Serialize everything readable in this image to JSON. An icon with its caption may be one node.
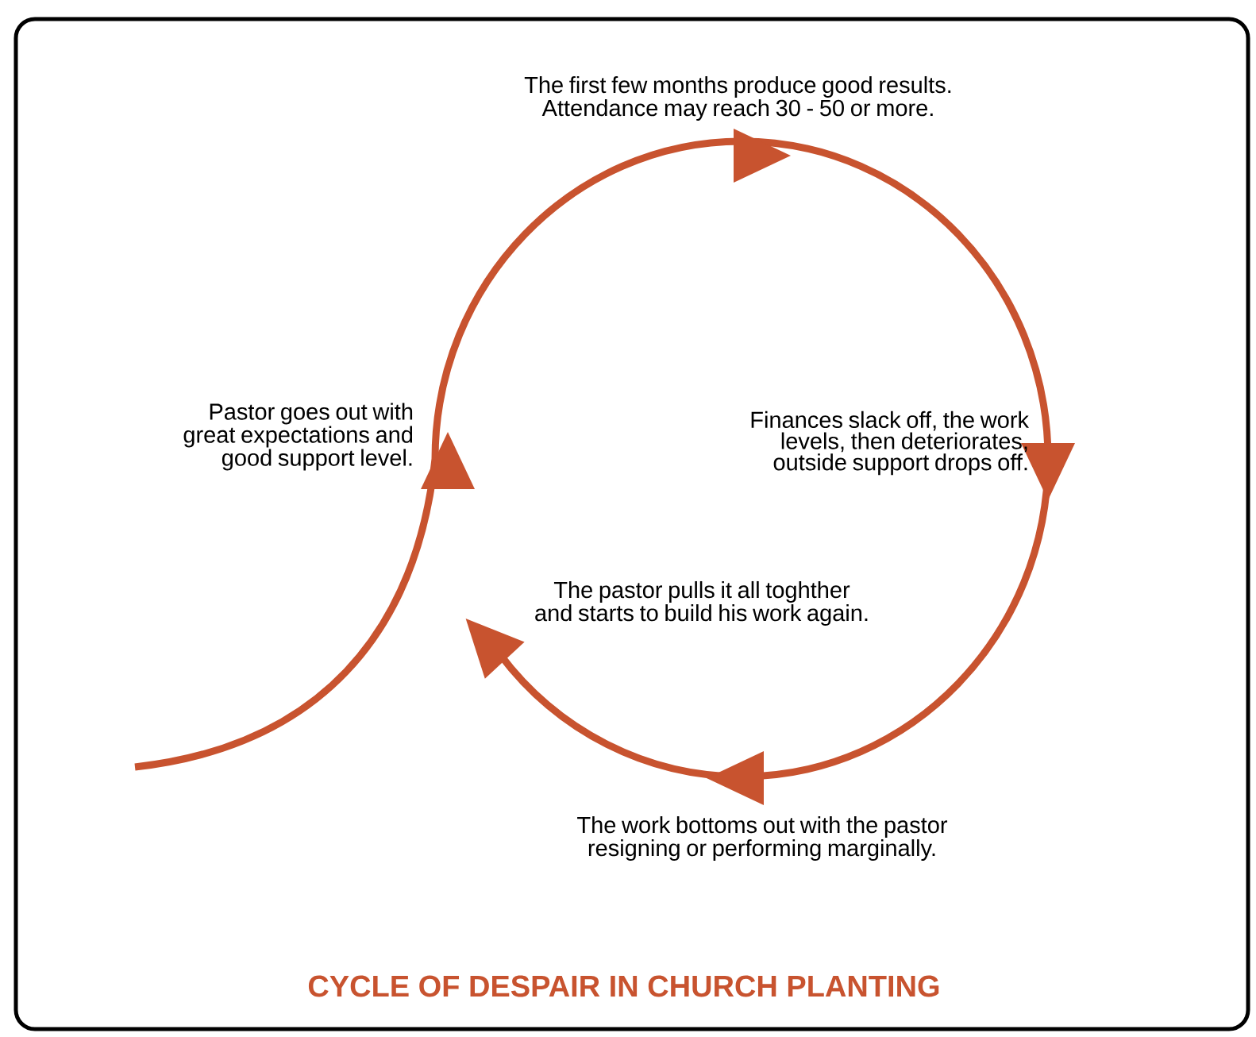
{
  "diagram": {
    "title": "CYCLE OF DESPAIR IN CHURCH PLANTING",
    "labels": [
      "The first few months produce good results. Attendance may reach 30 - 50 or more.",
      "Pastor goes out with great expectations and good support level.",
      "Finances slack off, the work levels, then deteriorates, outside support drops off.",
      "The pastor pulls it all toghther and starts to build his work again.",
      "The work bottoms out with the pastor resigning or performing marginally."
    ]
  }
}
